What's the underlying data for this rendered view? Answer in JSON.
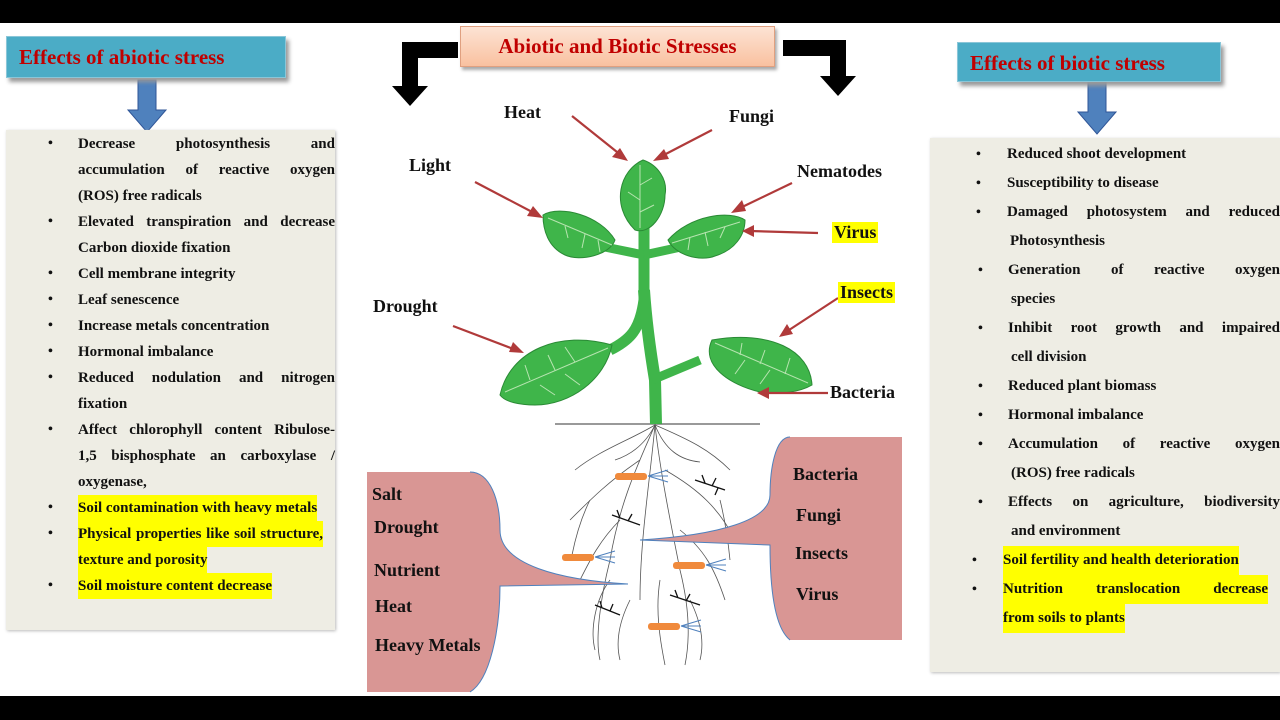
{
  "title": "Abiotic and Biotic Stresses",
  "left": {
    "header": "Effects of abiotic stress",
    "items": [
      {
        "text": "Decrease photosynthesis and accumulation of reactive oxygen (ROS) free radicals",
        "lines": [
          "Decrease photosynthesis and",
          "accumulation of reactive oxygen",
          "(ROS) free radicals"
        ]
      },
      {
        "lines": [
          "Elevated transpiration and decrease",
          "Carbon dioxide fixation"
        ]
      },
      {
        "lines": [
          "Cell membrane integrity"
        ]
      },
      {
        "lines": [
          "Leaf senescence"
        ]
      },
      {
        "lines": [
          "Increase metals concentration"
        ]
      },
      {
        "lines": [
          "Hormonal imbalance"
        ]
      },
      {
        "lines": [
          "Reduced nodulation and nitrogen",
          "fixation"
        ]
      },
      {
        "lines": [
          "Affect chlorophyll content Ribulose-",
          "1,5 bisphosphate  an carboxylase /",
          "oxygenase,"
        ]
      },
      {
        "lines": [
          "Soil contamination with heavy metals"
        ],
        "highlight": true
      },
      {
        "lines": [
          "Physical properties like soil structure,",
          "texture and porosity"
        ],
        "highlight": true
      },
      {
        "lines": [
          "Soil moisture content decrease"
        ],
        "highlight": true
      }
    ]
  },
  "right": {
    "header": "Effects of biotic stress",
    "items": [
      {
        "lines": [
          "Reduced shoot development"
        ]
      },
      {
        "lines": [
          "Susceptibility to disease"
        ]
      },
      {
        "lines": [
          "Damaged photosystem and reduced",
          "Photosynthesis"
        ]
      },
      {
        "lines": [
          "Generation of reactive oxygen",
          "species"
        ]
      },
      {
        "lines": [
          "Inhibit root growth and impaired",
          "cell   division"
        ]
      },
      {
        "lines": [
          "Reduced plant biomass"
        ]
      },
      {
        "lines": [
          "Hormonal imbalance"
        ]
      },
      {
        "lines": [
          "Accumulation of reactive oxygen",
          "(ROS) free radicals"
        ]
      },
      {
        "lines": [
          "Effects on agriculture, biodiversity",
          "and environment"
        ]
      },
      {
        "lines": [
          "Soil fertility and health deterioration"
        ],
        "highlight": true
      },
      {
        "lines": [
          "Nutrition translocation decrease",
          "from soils to plants"
        ],
        "highlight": true
      }
    ]
  },
  "plant_labels": {
    "heat": "Heat",
    "light": "Light",
    "drought": "Drought",
    "fungi": "Fungi",
    "nematodes": "Nematodes",
    "virus": "Virus",
    "insects": "Insects",
    "bacteria": "Bacteria"
  },
  "soil_abiotic": [
    "Salt",
    "Drought",
    "Nutrient",
    "Heat",
    "Heavy Metals"
  ],
  "soil_biotic": [
    "Bacteria",
    "Fungi",
    "Insects",
    "Virus"
  ],
  "colors": {
    "header_bg": "#4bacc6",
    "header_text": "#c00000",
    "panel_bg": "#eeede4",
    "highlight": "#ffff00",
    "leaf": "#3fb54a",
    "arrow_red": "#b03a3a",
    "soil_box": "#d99694",
    "blue_arrow": "#4f81bd"
  }
}
